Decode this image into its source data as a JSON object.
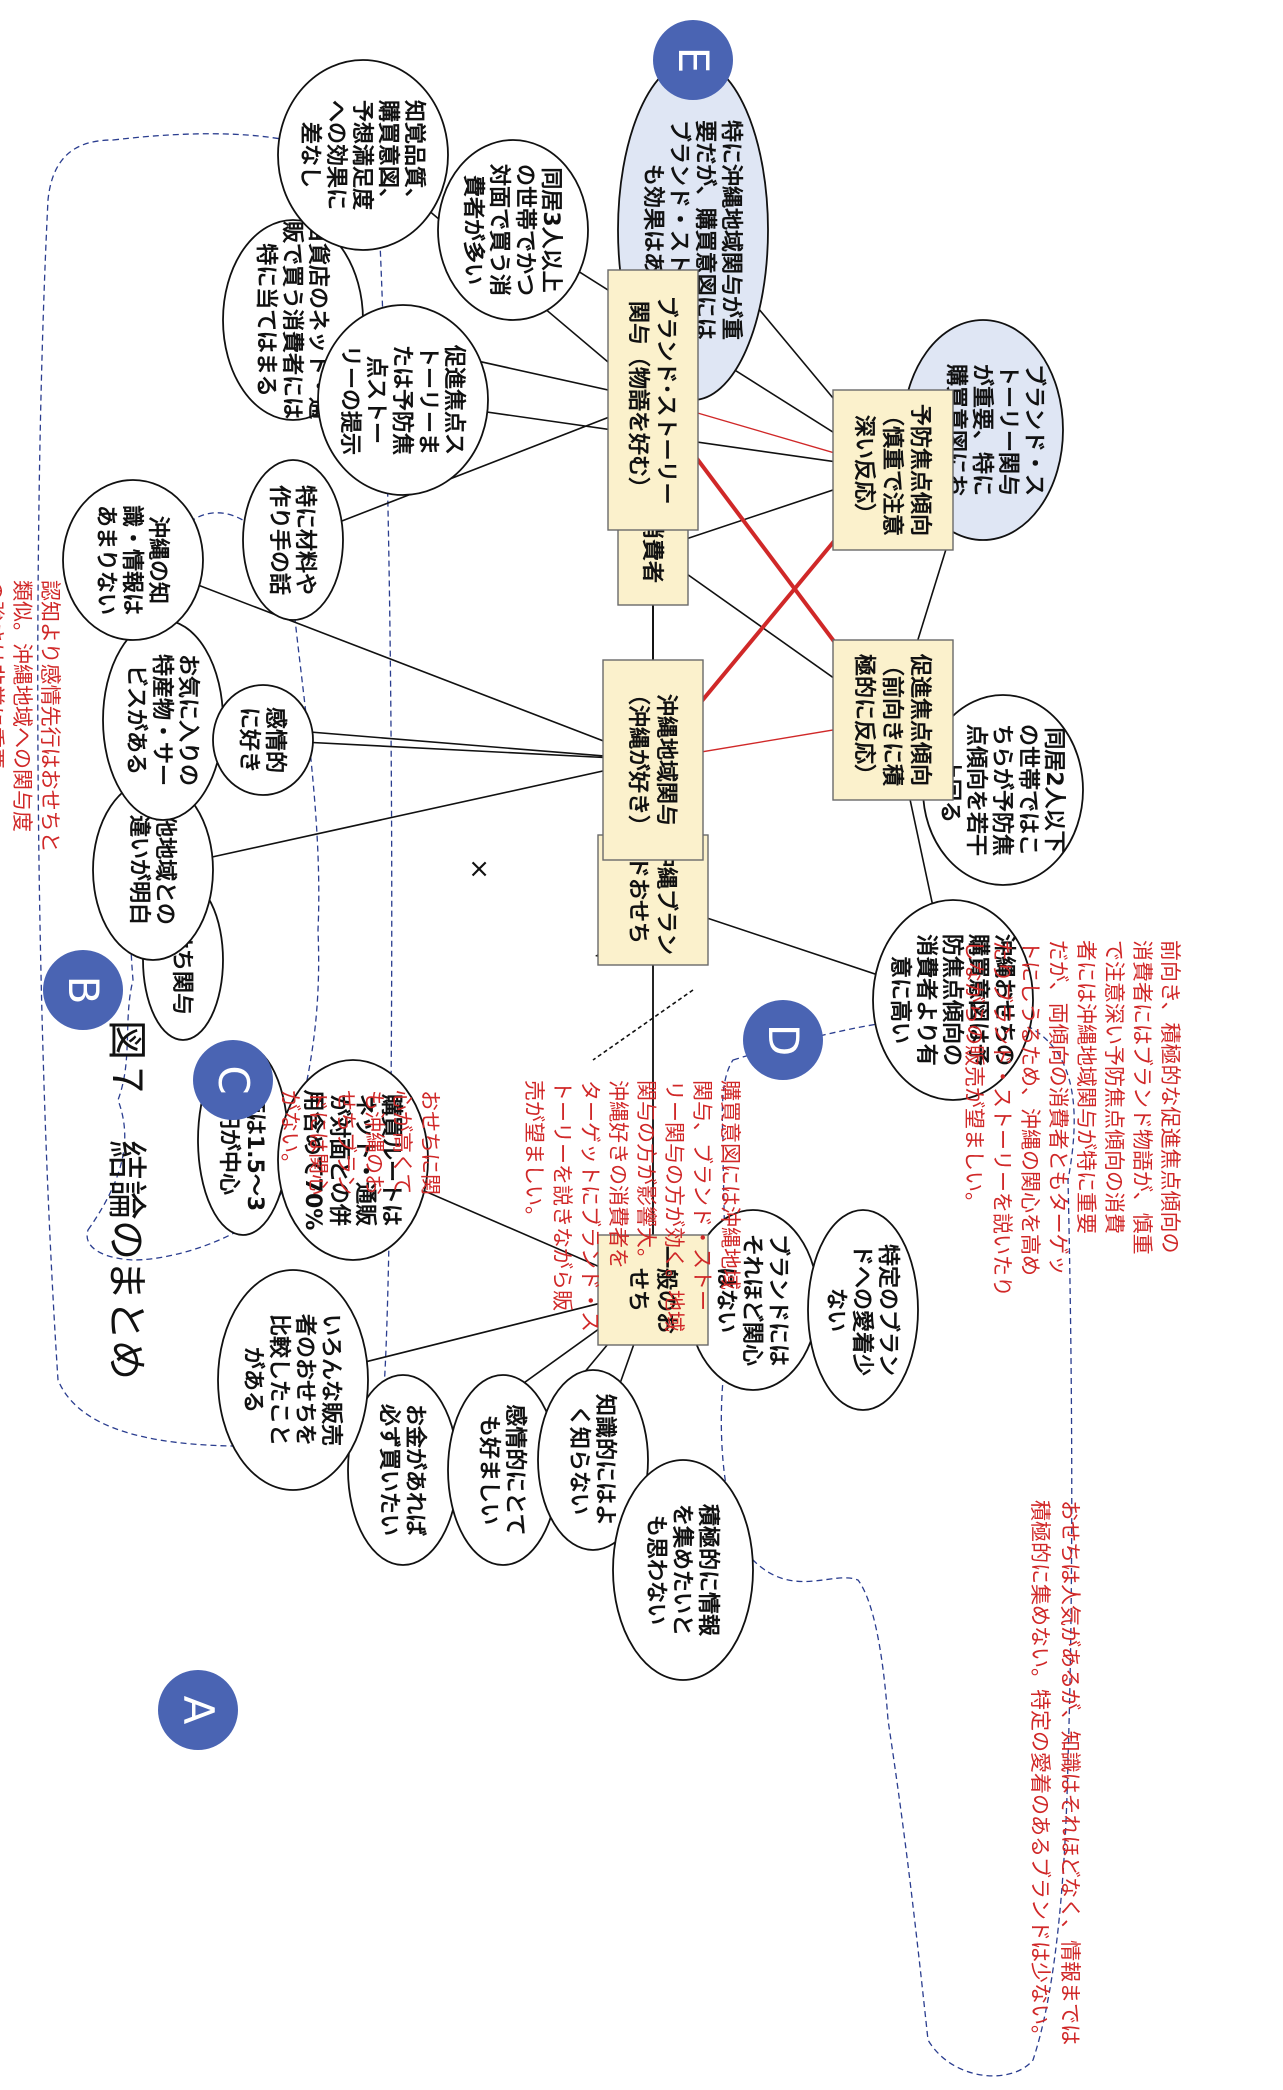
{
  "caption": "図７　結論のまとめ",
  "colors": {
    "red": "#d02828",
    "badge": "#4a64b3",
    "box_fill": "#fbf1cc",
    "blue_fill": "#dfe6f4"
  },
  "nodes": {
    "ippan": [
      "一般のお",
      "せち"
    ],
    "okinawa": [
      "沖縄ブラン",
      "ドおせち"
    ],
    "shohisha": [
      "消費者"
    ],
    "chiiki": [
      "沖縄地域関与",
      "（沖縄が好き）"
    ],
    "brand": [
      "ブランド･ストーリー",
      "関与（物語を好む）"
    ],
    "yobo": [
      "予防焦点傾向",
      "（慎重で注意",
      "深い反応）"
    ],
    "sokushin": [
      "促進焦点傾向",
      "（前向きに積",
      "極的に反応）"
    ]
  },
  "ellipses": {
    "okane": [
      "お金があれば",
      "必ず買いたい"
    ],
    "kanjo_a": [
      "感情的にとて",
      "も好ましい"
    ],
    "chishiki_a": [
      "知識的にはよ",
      "く知らない"
    ],
    "sekkyoku": [
      "積極的に情報",
      "を集めたいと",
      "も思わない"
    ],
    "iron": [
      "いろんな販売",
      "者のおせちを",
      "比較したこと",
      "がある"
    ],
    "tanka": [
      "単価は1.5～3",
      "万円が中心"
    ],
    "route": [
      "購買ルートは",
      "ネット・通販",
      "が対面との併",
      "用含めて70%"
    ],
    "brandnai": [
      "ブランドには",
      "それほど関心",
      "はない"
    ],
    "aichaku": [
      "特定のブラン",
      "ドへの愛着少",
      "ない"
    ],
    "osechi": [
      "おせち関与"
    ],
    "tachiiki": [
      "他地域との",
      "違いが明白"
    ],
    "okiniiri": [
      "お気に入りの",
      "特産物・サー",
      "ビスがある"
    ],
    "kanjo_b": [
      "感情的",
      "に好き"
    ],
    "chishiki_b": [
      "沖縄の知",
      "識・情報は",
      "あまりない"
    ],
    "zairyo": [
      "特に材料や",
      "作り手の話"
    ],
    "hyakka": [
      "百貨店のネット・通",
      "販で買う消費者には",
      "特に当てはまる"
    ],
    "chikaku": [
      "知覚品質、",
      "購買意図、",
      "予想満足度",
      "への効果に",
      "差なし"
    ],
    "story": [
      "促進焦点ス",
      "トーリーま",
      "たは予防焦",
      "点ストー",
      "リーの提示"
    ],
    "dokyo3": [
      "同居3人以上",
      "の世帯でかつ",
      "対面で買う消",
      "費者が多い"
    ],
    "tokuni": [
      "特に沖縄地域関与が重",
      "要だが、購買意図には",
      "ブランド・ストーリー",
      "も効果はある"
    ],
    "brandjuyo": [
      "ブランド・ス",
      "トーリー関与",
      "が重要、特に",
      "購買意図にお",
      "いて"
    ],
    "dokyo2": [
      "同居2人以下",
      "の世帯ではこ",
      "ちらが予防焦",
      "点傾向を若干",
      "上回る"
    ],
    "okinawakobai": [
      "沖縄おせちの",
      "購買意図は予",
      "防焦点傾向の",
      "消費者より有",
      "意に高い"
    ]
  },
  "badges": [
    "A",
    "B",
    "C",
    "D",
    "E"
  ],
  "notes": {
    "a": [
      "おせちは人気があるが、知識はそれほどなく、情報までは",
      "積極的に集めない。特定の愛着のあるブランドは少ない。"
    ],
    "b": [
      "認知より感情先行はおせちと",
      "類似。沖縄地域への関与度",
      "の強さは非常に重要。"
    ],
    "c": [
      "おせちに関",
      "心が高くて",
      "も沖縄のお",
      "せちブラン",
      "ドには関心",
      "がない。"
    ],
    "d": [
      "購買意図には沖縄地域",
      "関与、ブランド・ストー",
      "リー関与の方が効く。地域",
      "関与の方が影響大。",
      "沖縄好きの消費者を",
      "ターゲットにブランド・ス",
      "トーリーを説きながら販",
      "売が望ましい。"
    ],
    "e": [
      "前向き、積極的な促進焦点傾向の",
      "消費者にはブランド物語が、慎重",
      "で注意深い予防焦点傾向の消費",
      "者には沖縄地域関与が特に重要",
      "だが、両傾向の消費者ともターゲッ",
      "トにしうるため、沖縄の関心を高め",
      "たりブランド・ストーリーを説いたり",
      "しながらの販売が望ましい。"
    ]
  }
}
